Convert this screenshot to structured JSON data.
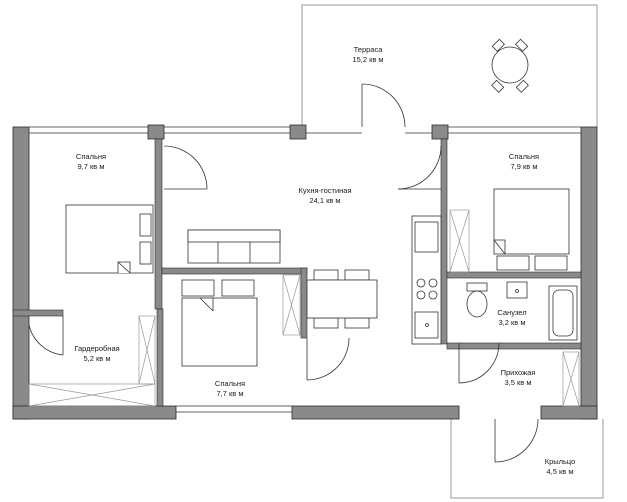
{
  "colors": {
    "wall": "#8a8a8a",
    "wall_edge": "#2b2b2b",
    "line": "#333333",
    "thin": "#9a9a9a",
    "background": "#ffffff"
  },
  "rooms": [
    {
      "id": "terrace",
      "name": "Терраса",
      "area": "15,2 кв м"
    },
    {
      "id": "bedroom-1",
      "name": "Спальня",
      "area": "9,7 кв м"
    },
    {
      "id": "kitchen-living",
      "name": "Кухня-гостиная",
      "area": "24,1 кв м"
    },
    {
      "id": "bedroom-2",
      "name": "Спальня",
      "area": "7,9 кв м"
    },
    {
      "id": "wardrobe",
      "name": "Гардеробная",
      "area": "5,2 кв м"
    },
    {
      "id": "bathroom",
      "name": "Санузел",
      "area": "3,2 кв м"
    },
    {
      "id": "hallway",
      "name": "Прихожая",
      "area": "3,5 кв м"
    },
    {
      "id": "bedroom-3",
      "name": "Спальня",
      "area": "7,7 кв м"
    },
    {
      "id": "porch",
      "name": "Крыльцо",
      "area": "4,5 кв м"
    }
  ]
}
